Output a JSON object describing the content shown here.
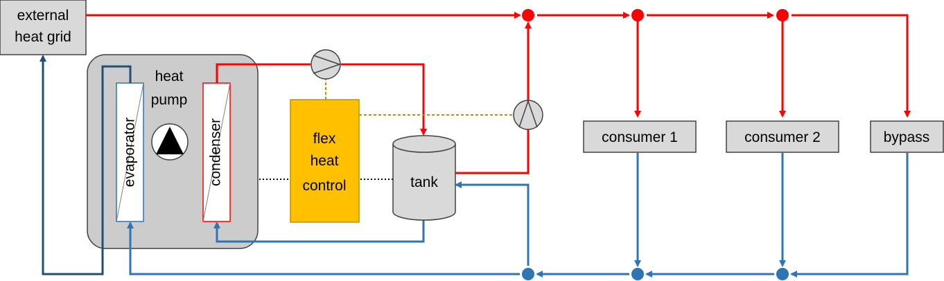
{
  "labels": {
    "external_heat_grid_line1": "external",
    "external_heat_grid_line2": "heat grid",
    "heat_pump_line1": "heat",
    "heat_pump_line2": "pump",
    "evaporator": "evaporator",
    "condenser": "condenser",
    "flex_line1": "flex",
    "flex_line2": "heat",
    "flex_line3": "control",
    "tank": "tank",
    "consumer_1": "consumer 1",
    "consumer_2": "consumer 2",
    "bypass": "bypass"
  },
  "colors": {
    "hot_supply": "#ff0000",
    "cold_return": "#2e75b6",
    "grid_return": "#1f4e79",
    "control_signal": "#bf9000",
    "controller_fill": "#ffc000",
    "box_fill": "#d9d9d9",
    "heat_pump_housing": "#cccccc"
  },
  "icons": {
    "compressor": "compressor-triangle-icon",
    "pump": "pump-icon"
  }
}
